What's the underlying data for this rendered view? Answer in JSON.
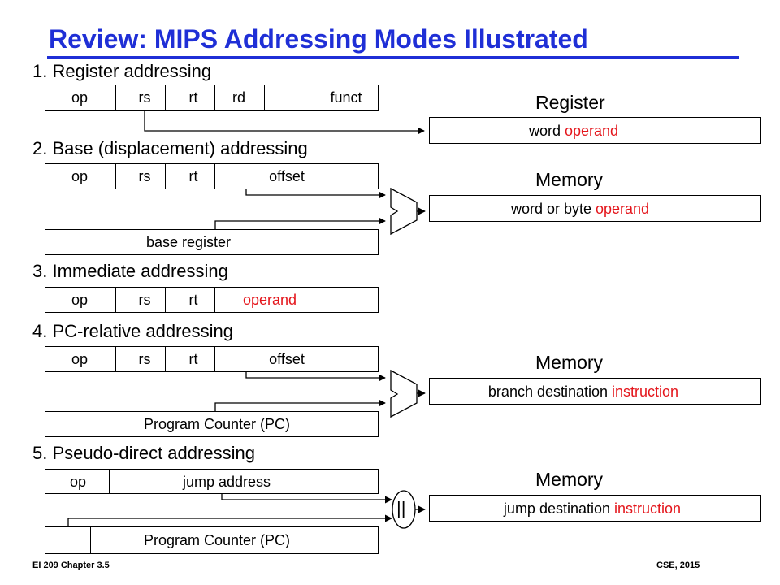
{
  "title": "Review:  MIPS Addressing Modes Illustrated",
  "sections": [
    {
      "label": "1. Register addressing"
    },
    {
      "label": "2. Base (displacement) addressing"
    },
    {
      "label": "3. Immediate addressing"
    },
    {
      "label": "4. PC-relative addressing"
    },
    {
      "label": "5. Pseudo-direct addressing"
    }
  ],
  "r_format": {
    "op": "op",
    "rs": "rs",
    "rt": "rt",
    "rd": "rd",
    "funct": "funct"
  },
  "base_format": {
    "op": "op",
    "rs": "rs",
    "rt": "rt",
    "offset": "offset",
    "base_register": "base register"
  },
  "imm_format": {
    "op": "op",
    "rs": "rs",
    "rt": "rt",
    "operand": "operand"
  },
  "pcrel_format": {
    "op": "op",
    "rs": "rs",
    "rt": "rt",
    "offset": "offset",
    "pc": "Program Counter (PC)"
  },
  "jump_format": {
    "op": "op",
    "jump_address": "jump address",
    "pc": "Program Counter (PC)"
  },
  "targets": {
    "register": {
      "heading": "Register",
      "text": "word ",
      "highlight": "operand"
    },
    "memory_base": {
      "heading": "Memory",
      "text": "word or byte ",
      "highlight": "operand"
    },
    "memory_pc": {
      "heading": "Memory",
      "text": "branch destination ",
      "highlight": "instruction"
    },
    "memory_jump": {
      "heading": "Memory",
      "text": "jump destination ",
      "highlight": "instruction"
    }
  },
  "concat_symbol": "||",
  "footer": {
    "left": "EI 209 Chapter 3.5",
    "right": "CSE, 2015"
  },
  "colors": {
    "title": "#1f2fd6",
    "highlight": "#e4161c"
  }
}
